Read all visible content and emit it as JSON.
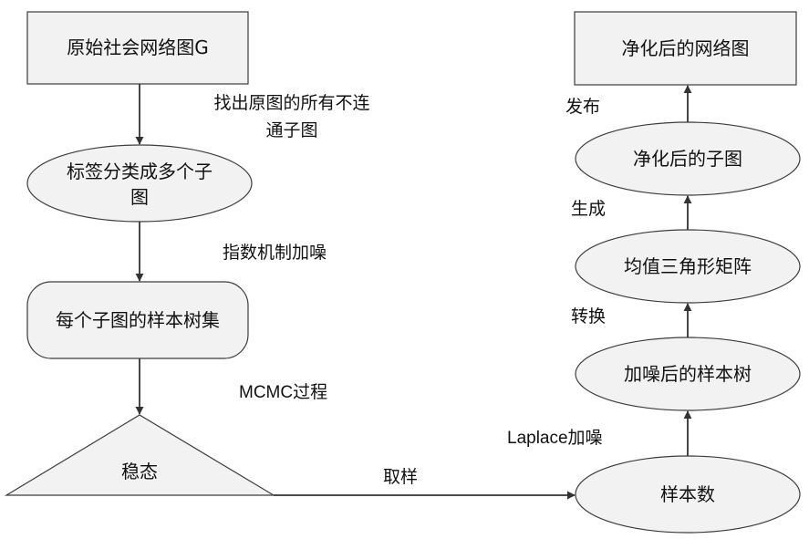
{
  "nodes": {
    "original_graph": "原始社会网络图G",
    "label_classify_line1": "标签分类成多个子",
    "label_classify_line2": "图",
    "sample_tree_set": "每个子图的样本树集",
    "steady_state": "稳态",
    "sample_count": "样本数",
    "noisy_sample_tree": "加噪后的样本树",
    "mean_triangle_matrix": "均值三角形矩阵",
    "purified_subgraph": "净化后的子图",
    "purified_network": "净化后的网络图"
  },
  "edges": {
    "find_disconnected_line1": "找出原图的所有不连",
    "find_disconnected_line2": "通子图",
    "exponential_noise": "指数机制加噪",
    "mcmc_process": "MCMC过程",
    "sampling": "取样",
    "laplace_noise": "Laplace加噪",
    "convert": "转换",
    "generate": "生成",
    "publish": "发布"
  }
}
